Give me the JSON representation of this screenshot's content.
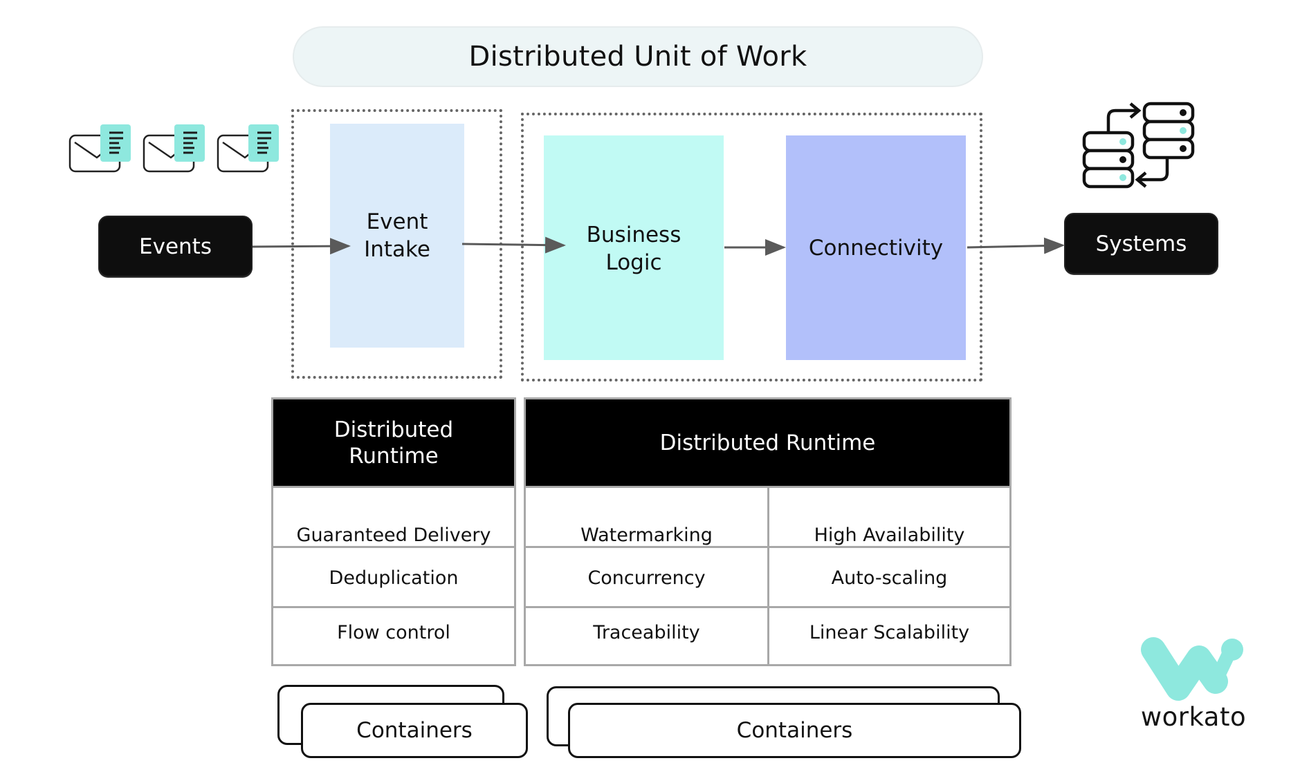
{
  "title": "Distributed Unit of Work",
  "colors": {
    "event_intake": "#dbebfa",
    "business_logic": "#c1faf4",
    "connectivity": "#b2c0fa",
    "accent_teal": "#8ee8de",
    "dark": "#0e0e0e",
    "arrow": "#5a5a5a"
  },
  "icons": {
    "events": "envelope-document-icon",
    "systems": "servers-sync-icon",
    "logo": "workato-logo-icon"
  },
  "flow": {
    "source": "Events",
    "stages": [
      {
        "label_line1": "Event",
        "label_line2": "Intake"
      },
      {
        "label_line1": "Business",
        "label_line2": "Logic"
      },
      {
        "label_line1": "Connectivity",
        "label_line2": ""
      }
    ],
    "target": "Systems"
  },
  "runtime_left": {
    "header_line1": "Distributed",
    "header_line2": "Runtime",
    "rows": [
      "Guaranteed Delivery",
      "Deduplication",
      "Flow control"
    ]
  },
  "runtime_right": {
    "header": "Distributed Runtime",
    "rows": [
      [
        "Watermarking",
        "High Availability"
      ],
      [
        "Concurrency",
        "Auto-scaling"
      ],
      [
        "Traceability",
        "Linear Scalability"
      ]
    ]
  },
  "containers": {
    "left_label": "Containers",
    "right_label": "Containers"
  },
  "logo": {
    "text": "workato"
  }
}
